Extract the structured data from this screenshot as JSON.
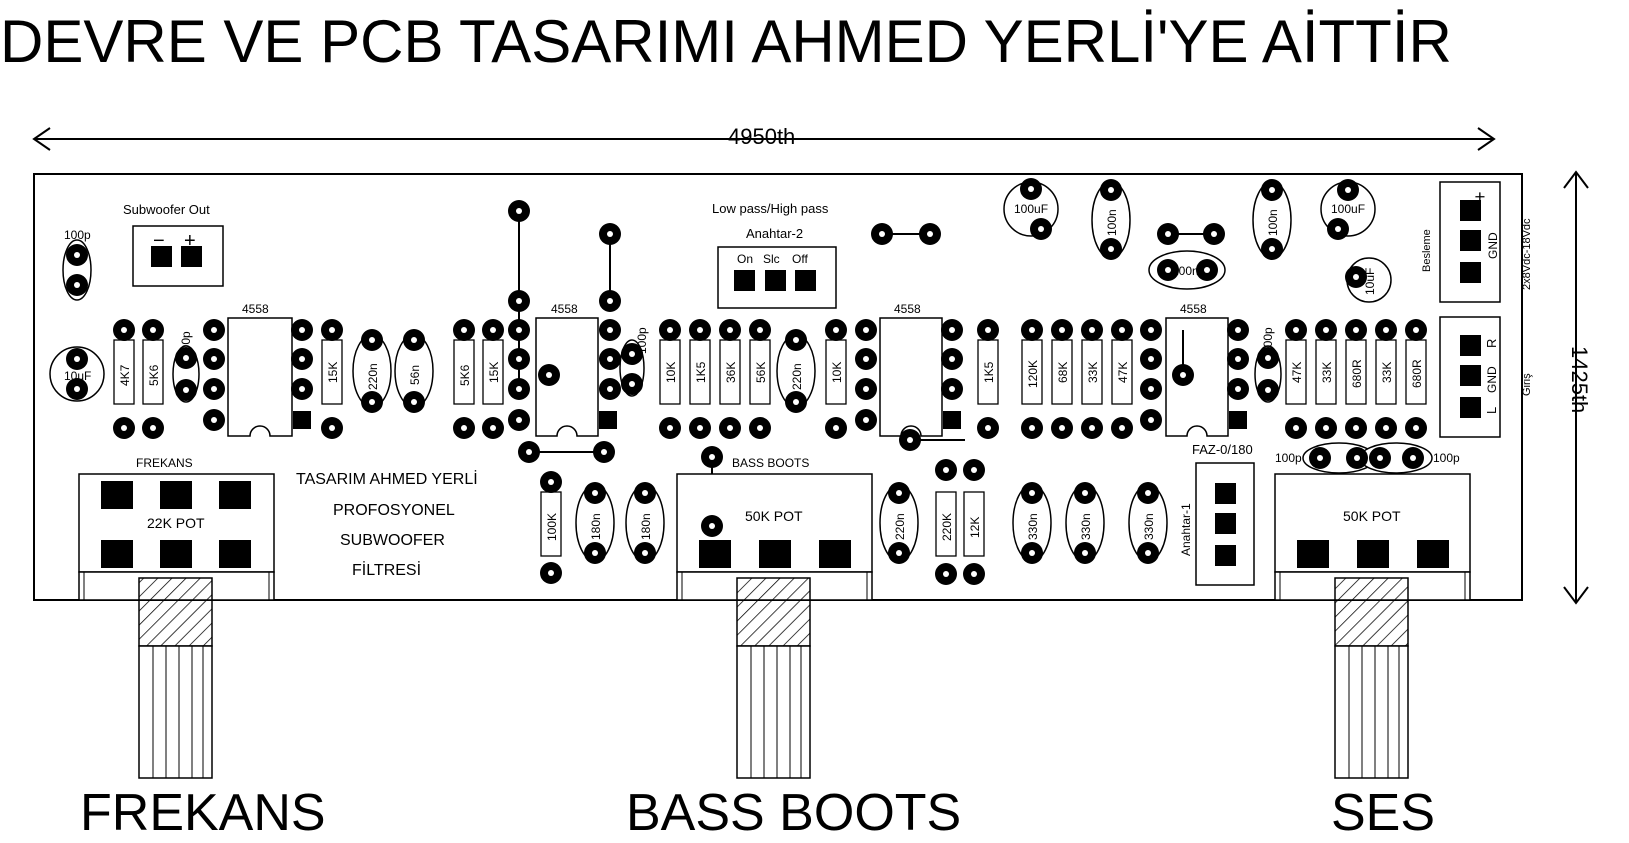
{
  "title": "DEVRE VE PCB TASARIMI AHMED YERLİ'YE AİTTİR",
  "dimensions": {
    "width": "4950th",
    "height": "1425th"
  },
  "designer_note": [
    "TASARIM AHMED YERLİ",
    "PROFOSYONEL",
    "SUBWOOFER",
    "FİLTRESİ"
  ],
  "connectors": {
    "subwoofer_out": {
      "label": "Subwoofer Out",
      "minus": "−",
      "plus": "+"
    },
    "power": {
      "label": "Besleme",
      "voltage": "2x8Vdc-18Vdc",
      "pins": [
        "+",
        "GND",
        "−"
      ]
    },
    "input": {
      "label": "Giriş",
      "pins": [
        "R",
        "GND",
        "L"
      ]
    }
  },
  "switches": {
    "mode": {
      "caption_1": "Low pass/High pass",
      "caption_2": "Anahtar-2",
      "positions": [
        "On",
        "Slc",
        "Off"
      ]
    },
    "phase": {
      "caption": "FAZ-0/180",
      "name": "Anahtar-1"
    }
  },
  "ics": [
    "4558",
    "4558",
    "4558",
    "4558"
  ],
  "potentiometers": [
    {
      "section": "FREKANS",
      "value": "22K POT",
      "caption": "FREKANS"
    },
    {
      "section": "BASS BOOTS",
      "value": "50K POT",
      "caption": "BASS BOOTS"
    },
    {
      "section": "",
      "value": "50K POT",
      "caption": "SES"
    }
  ],
  "components": {
    "c_100p": "100p",
    "c_10uf": "10uF",
    "c_100uf": "100uF",
    "c_100n": "100n",
    "c_220n": "220n",
    "c_56n": "56n",
    "c_180n": "180n",
    "c_330n": "330n",
    "r_4k7": "4K7",
    "r_5k6": "5K6",
    "r_15k": "15K",
    "r_10k": "10K",
    "r_1k5": "1K5",
    "r_36k": "36K",
    "r_56k": "56K",
    "r_120k": "120K",
    "r_68k": "68K",
    "r_33k": "33K",
    "r_47k": "47K",
    "r_680r": "680R",
    "r_100k": "100K",
    "r_220k": "220K",
    "r_12k": "12K"
  },
  "colors": {
    "ink": "#000000",
    "paper": "#ffffff"
  }
}
